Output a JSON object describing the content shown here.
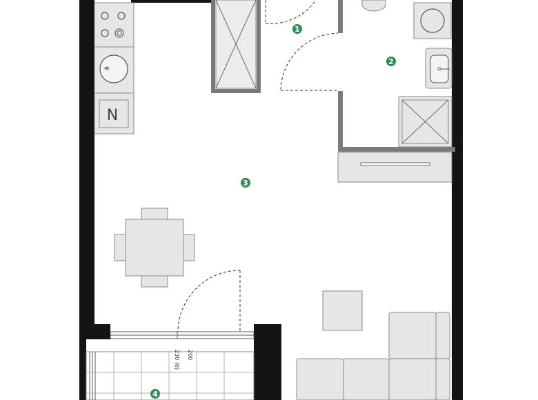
{
  "rooms": [
    {
      "number": "1"
    },
    {
      "number": "2"
    },
    {
      "number": "3"
    },
    {
      "number": "4"
    }
  ],
  "balcony": {
    "dim_a": "200",
    "dim_b": "230 (0)"
  },
  "fridge_label": "N",
  "colors": {
    "wall": "#141414",
    "wall_gray": "#7a7a7a",
    "furniture_fill": "#e6e6e6",
    "furniture_stroke": "#8a8a8a",
    "marker": "#2e8b57"
  }
}
